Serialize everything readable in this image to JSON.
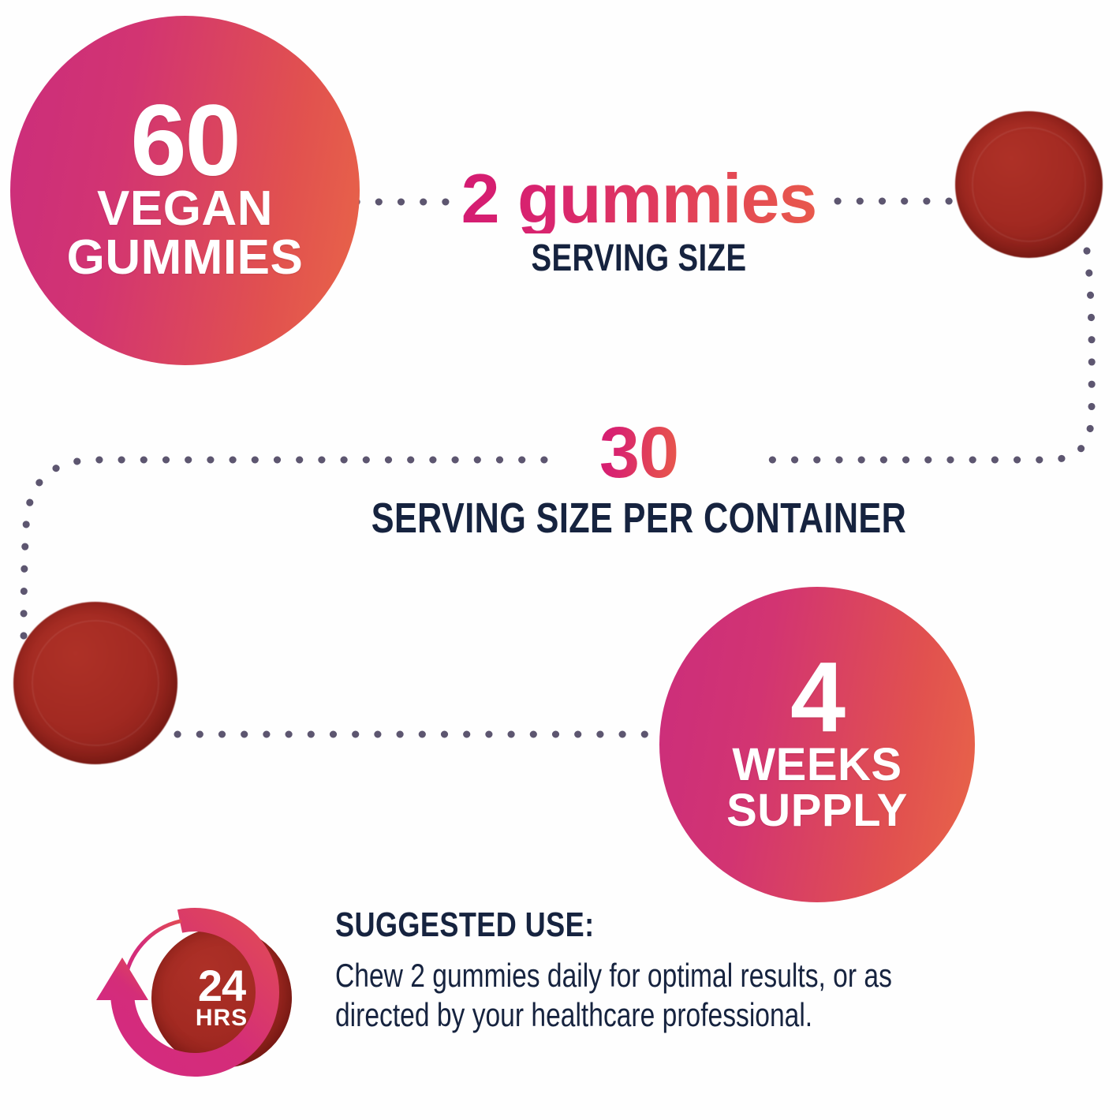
{
  "meta": {
    "background_color": "#ffffff",
    "accent_pink": "#cb2d7c",
    "accent_coral": "#e96648",
    "navy_text": "#16233f",
    "gummy_red": "#a32a22",
    "dot_color": "#5d5670"
  },
  "badges": {
    "count": {
      "number": "60",
      "line1": "VEGAN",
      "line2": "GUMMIES"
    },
    "supply": {
      "number": "4",
      "line1": "WEEKS",
      "line2": "SUPPLY"
    }
  },
  "labels": {
    "serving": {
      "value": "2 gummies",
      "caption": "SERVING SIZE"
    },
    "container": {
      "value": "30",
      "caption": "SERVING SIZE PER CONTAINER"
    }
  },
  "suggested_use": {
    "title": "SUGGESTED USE:",
    "body": "Chew 2 gummies daily for optimal results, or as directed by your healthcare professional."
  },
  "icon_24hrs": {
    "number": "24",
    "unit": "HRS"
  }
}
